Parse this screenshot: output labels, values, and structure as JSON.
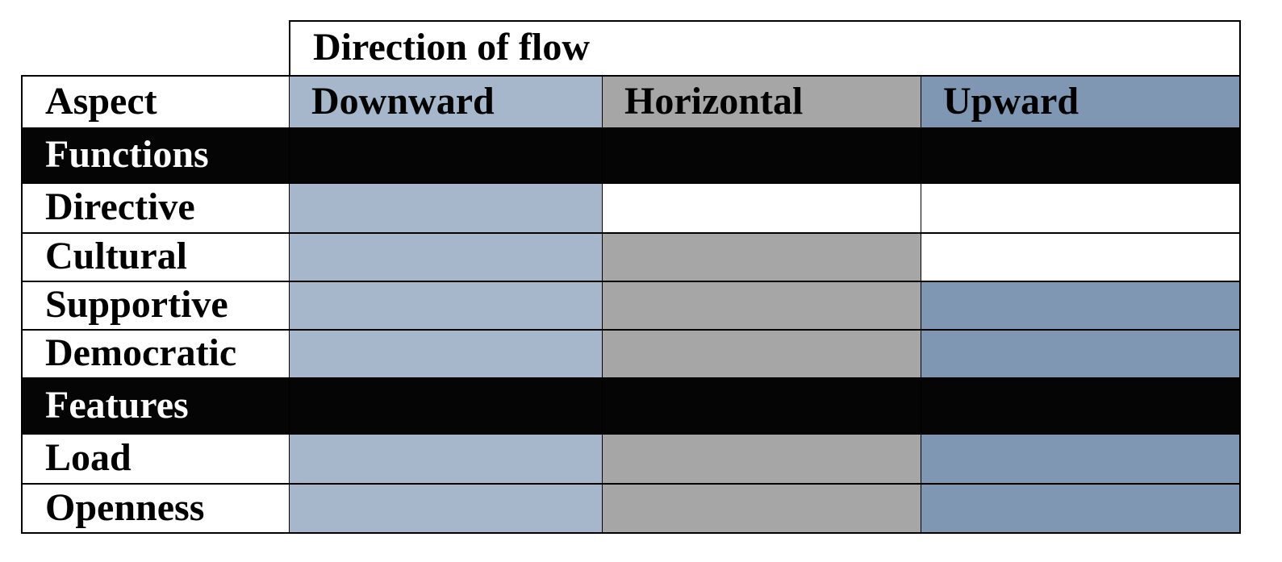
{
  "table": {
    "group_header": "Direction of flow",
    "aspect_header": "Aspect",
    "columns": [
      {
        "label": "Downward",
        "color": "#a7b7cb"
      },
      {
        "label": "Horizontal",
        "color": "#a6a6a6"
      },
      {
        "label": "Upward",
        "color": "#7f97b2"
      }
    ],
    "section_color": "#050505",
    "empty_color": "#ffffff",
    "rows": [
      {
        "type": "section",
        "label": "Functions"
      },
      {
        "type": "item",
        "label": "Directive",
        "marks": [
          true,
          false,
          false
        ]
      },
      {
        "type": "item",
        "label": "Cultural",
        "marks": [
          true,
          true,
          false
        ]
      },
      {
        "type": "item",
        "label": "Supportive",
        "marks": [
          true,
          true,
          true
        ]
      },
      {
        "type": "item",
        "label": "Democratic",
        "marks": [
          true,
          true,
          true
        ]
      },
      {
        "type": "section",
        "label": "Features"
      },
      {
        "type": "item",
        "label": "Load",
        "marks": [
          true,
          true,
          true
        ]
      },
      {
        "type": "item",
        "label": "Openness",
        "marks": [
          true,
          true,
          true
        ]
      }
    ]
  }
}
